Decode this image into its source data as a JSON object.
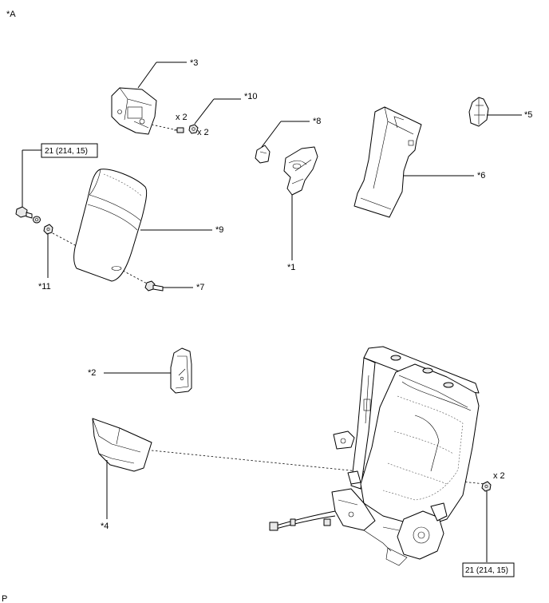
{
  "view_label": "*A",
  "footer_label": "P",
  "callouts": {
    "c1": "*1",
    "c2": "*2",
    "c3": "*3",
    "c4": "*4",
    "c5": "*5",
    "c6": "*6",
    "c7": "*7",
    "c8": "*8",
    "c9": "*9",
    "c10": "*10",
    "c11": "*11"
  },
  "quantities": {
    "screw_qty": "x 2",
    "nut_qty": "x 2",
    "bolt_qty": "x 2"
  },
  "torque_specs": {
    "upper": "21 (214, 15)",
    "lower": "21 (214, 15)"
  }
}
